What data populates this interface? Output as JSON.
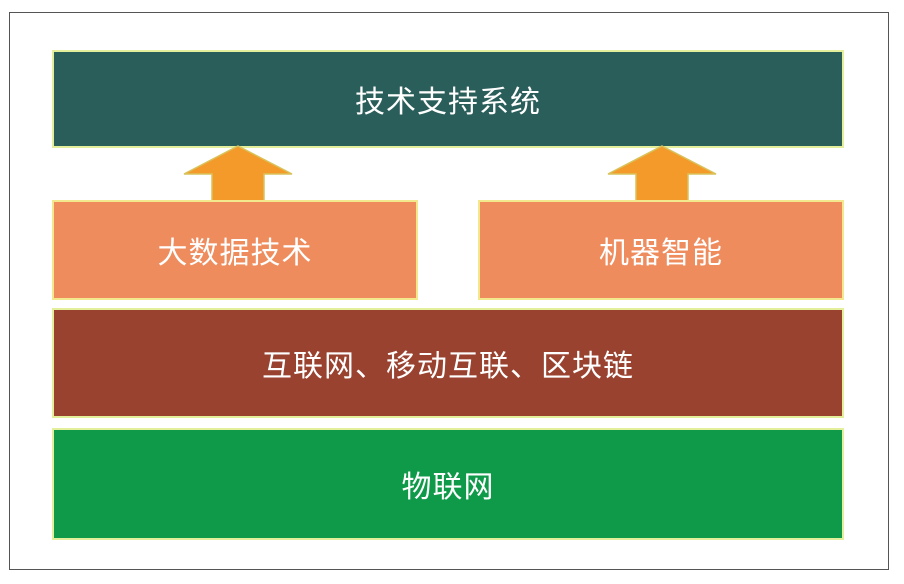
{
  "diagram": {
    "layers": {
      "top": {
        "label": "技术支持系统",
        "fill": "#2a5e5a",
        "border": "#e3ef9a"
      },
      "left": {
        "label": "大数据技术",
        "fill": "#ef8c5e",
        "border": "#f3e88e"
      },
      "right": {
        "label": "机器智能",
        "fill": "#ef8c5e",
        "border": "#f3e88e"
      },
      "middle": {
        "label": "互联网、移动互联、区块链",
        "fill": "#9a4230",
        "border": "#e3ef9a"
      },
      "bottom": {
        "label": "物联网",
        "fill": "#0f9a4a",
        "border": "#e3ef9a"
      }
    },
    "arrow_color": "#f49a2b",
    "arrow_icon": "up-arrow-icon"
  }
}
